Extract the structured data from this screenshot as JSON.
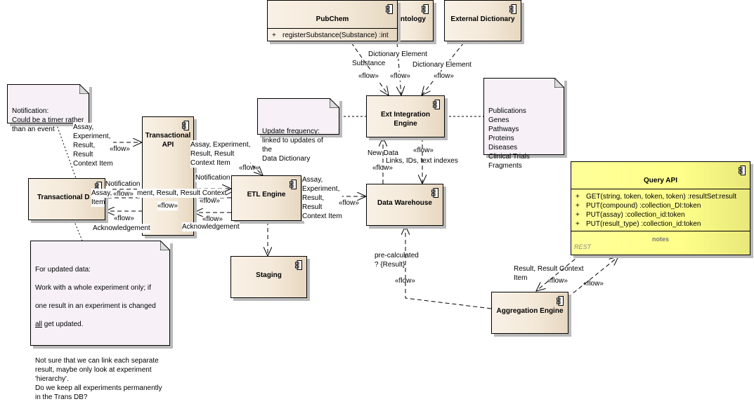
{
  "components": {
    "pubchem": {
      "name": "PubChem",
      "operations": [
        {
          "vis": "+",
          "sig": "registerSubstance(Substance)  :int"
        }
      ]
    },
    "ontology": {
      "name": "ntology"
    },
    "external_dictionary": {
      "name": "External Dictionary"
    },
    "ext_integration_engine": {
      "name": "Ext Integration\nEngine"
    },
    "transactional_api": {
      "name": "Transactional\nAPI"
    },
    "transactional_db": {
      "name": "Transactional D"
    },
    "etl_engine": {
      "name": "ETL Engine"
    },
    "data_warehouse": {
      "name": "Data Warehouse"
    },
    "staging": {
      "name": "Staging"
    },
    "aggregation_engine": {
      "name": "Aggregation Engine"
    },
    "query_api": {
      "name": "Query API",
      "operations": [
        {
          "vis": "+",
          "sig": "GET(string, token, token, token)  :resultSet:result"
        },
        {
          "vis": "+",
          "sig": "PUT(compound)  :collection_DI:token"
        },
        {
          "vis": "+",
          "sig": "PUT(assay)  :collection_id:token"
        },
        {
          "vis": "+",
          "sig": "PUT(result_type)  :collection_id:token"
        }
      ],
      "notes_header": "notes",
      "notes_text": "REST",
      "color": "#ffff99"
    }
  },
  "notes": {
    "notification": "Notification:\nCould be a timer rather\nthan an event",
    "update_frequency": "Update frequency:\nlinked to updates of the\nData Dictionary",
    "data_types": "Publications\nGenes\nPathways\nProteins\nDiseases\nClinical Trials\nFragments",
    "updated_data": {
      "line1": "For updated data:",
      "line2": "Work with a whole experiment only; if",
      "line3": "one result in an experiment is changed",
      "line4_underlined": "all",
      "line4_rest": " get updated.",
      "line5": "Not sure that we can link each separate\nresult, maybe only look at experiment\n'hierarchy'.\nDo we keep all experiments permanently\nin the Trans DB?"
    }
  },
  "labels": {
    "flow": "«flow»",
    "substance": "Substance",
    "dictionary_element": "Dictionary Element",
    "new_data": "New Data",
    "links_ids": "Links, IDs, text indexes",
    "assay_exp_result_ctx_stack": "Assay,\nExperiment,\nResult,\nResult\nContext Item",
    "assay_exp_result_ctx_3line": "Assay, Experiment,\nResult, Result\nContext Item",
    "notification": "Notification",
    "assay": "Assay,",
    "item": "Item",
    "ment_result_ctx": "ment, Result, Result Context",
    "acknowledgement": "Acknowledgement",
    "precalculated": "pre-calculated\n? {Result}",
    "result_ctx_item": "Result, Result Context\nItem"
  },
  "colors": {
    "component_fill": "#f4e9d9",
    "note_fill": "#f7f1f7",
    "query_api_fill": "#ffff99",
    "shadow": "#b9b9b9"
  }
}
